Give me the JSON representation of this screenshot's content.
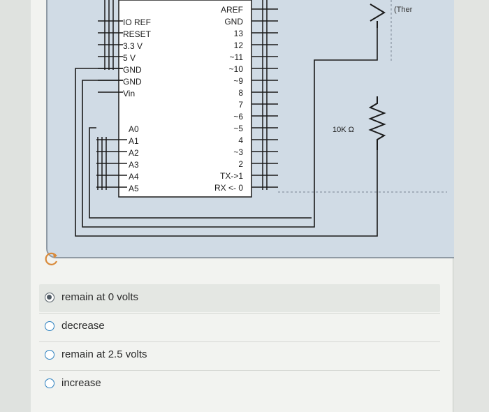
{
  "diagram": {
    "left_pins": [
      "IO REF",
      "RESET",
      "3.3 V",
      "5 V",
      "GND",
      "GND",
      "Vin"
    ],
    "analog_pins": [
      "A0",
      "A1",
      "A2",
      "A3",
      "A4",
      "A5"
    ],
    "right_pins": [
      "AREF",
      "GND",
      "13",
      "12",
      "~11",
      "~10",
      "~9",
      "8",
      "7",
      "~6",
      "~5",
      "4",
      "~3",
      "2",
      "TX->1",
      "RX <- 0"
    ],
    "resistor_label": "10K Ω",
    "thermistor_label": "(Ther"
  },
  "question": {
    "options": [
      {
        "label": "remain at 0 volts",
        "selected": true
      },
      {
        "label": "decrease",
        "selected": false
      },
      {
        "label": "remain at 2.5 volts",
        "selected": false
      },
      {
        "label": "increase",
        "selected": false
      }
    ]
  },
  "colors": {
    "panel": "#d0dbe5",
    "wire": "#1a1a1a",
    "radio_selected": "#4f5a63",
    "radio_border": "#2a7fbf"
  },
  "icons": {
    "reset": "reset-icon",
    "resistor": "resistor-icon",
    "thermistor": "thermistor-icon"
  }
}
